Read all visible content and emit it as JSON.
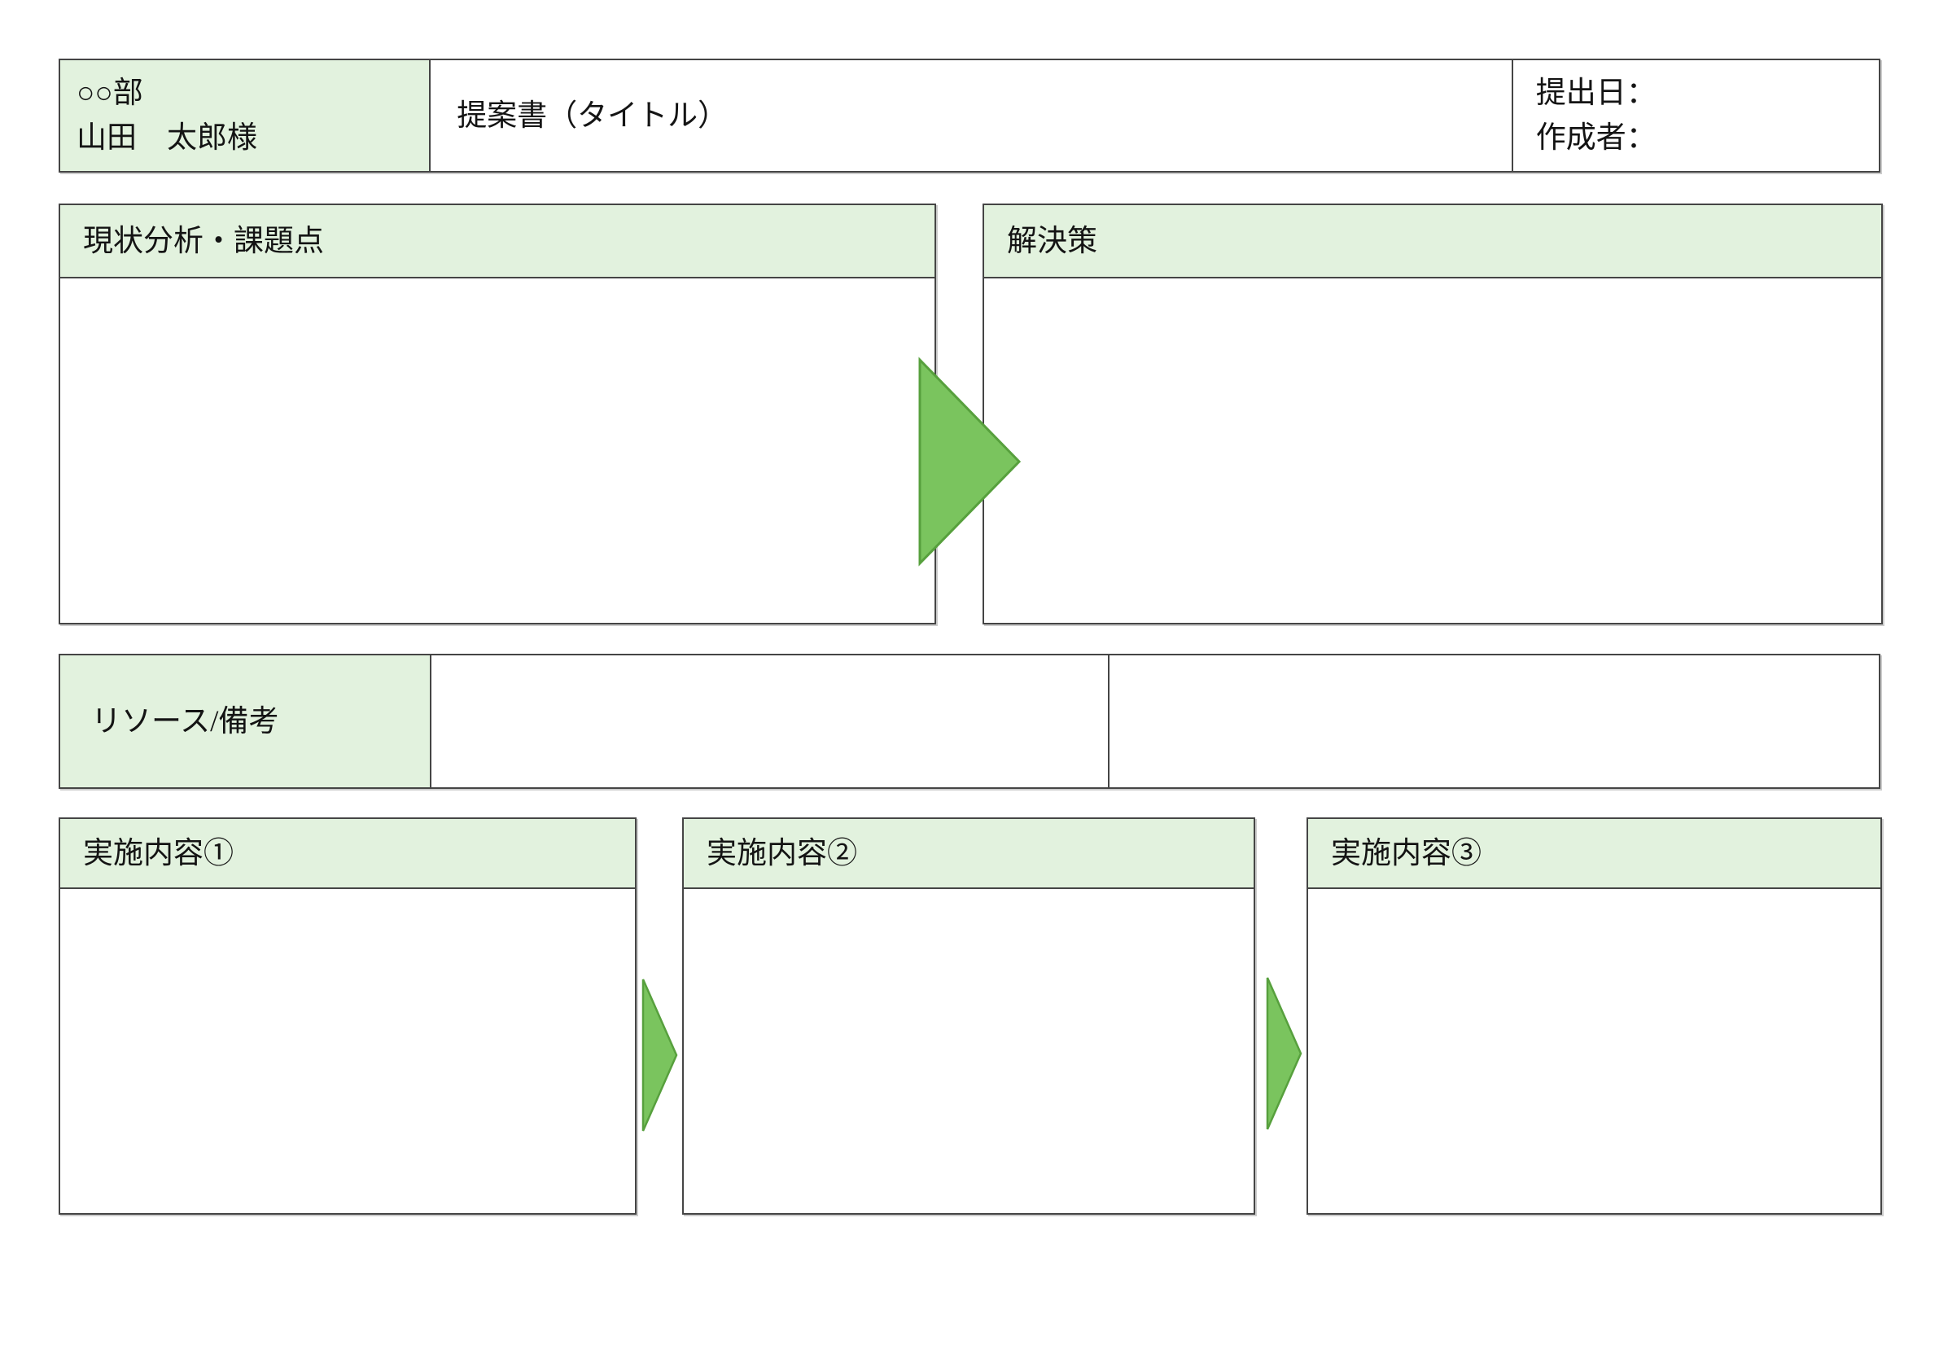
{
  "colors": {
    "page_bg": "#ffffff",
    "header_fill": "#e2f2de",
    "arrow_fill": "#7ac45e",
    "arrow_stroke": "#57a03d",
    "border_dark": "#454545",
    "text": "#141414"
  },
  "recipient_block": {
    "department": "○○部",
    "name": "山田　太郎様"
  },
  "title_block": {
    "title": "提案書（タイトル）"
  },
  "meta_block": {
    "submission_date_label": "提出日：",
    "author_label": "作成者："
  },
  "analysis_section": {
    "heading": "現状分析・課題点",
    "content": ""
  },
  "solution_section": {
    "heading": "解決策",
    "content": ""
  },
  "resources_section": {
    "label": "リソース/備考",
    "note_left": "",
    "note_right": ""
  },
  "action_sections": [
    {
      "heading": "実施内容①",
      "content": ""
    },
    {
      "heading": "実施内容②",
      "content": ""
    },
    {
      "heading": "実施内容③",
      "content": ""
    }
  ],
  "icons": {
    "flow_arrow_large": "right-flow-arrow",
    "flow_arrow_small": "right-flow-arrow"
  }
}
